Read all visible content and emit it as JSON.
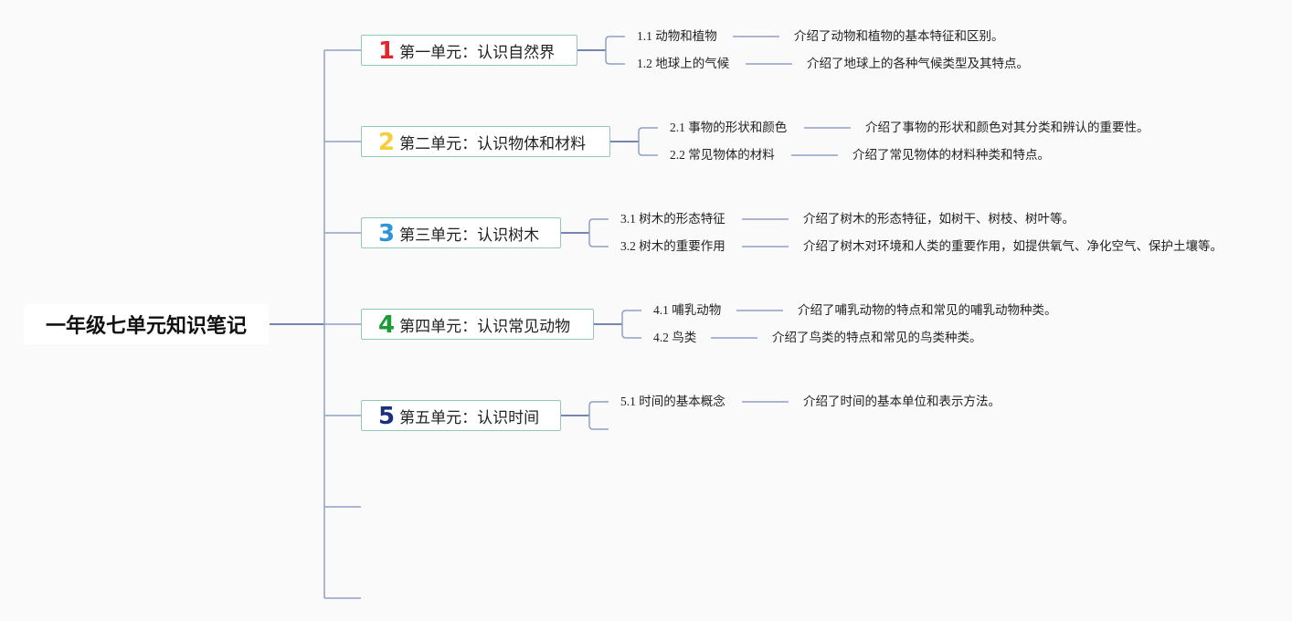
{
  "root": {
    "title": "一年级七单元知识笔记"
  },
  "units": [
    {
      "number": "1",
      "color": "#e0262f",
      "label": "第一单元：认识自然界",
      "topics": [
        {
          "label": "1.1 动物和植物",
          "desc": "介绍了动物和植物的基本特征和区别。"
        },
        {
          "label": "1.2 地球上的气候",
          "desc": "介绍了地球上的各种气候类型及其特点。"
        }
      ]
    },
    {
      "number": "2",
      "color": "#f2cf3b",
      "label": "第二单元：认识物体和材料",
      "topics": [
        {
          "label": "2.1 事物的形状和颜色",
          "desc": "介绍了事物的形状和颜色对其分类和辨认的重要性。"
        },
        {
          "label": "2.2 常见物体的材料",
          "desc": "介绍了常见物体的材料种类和特点。"
        }
      ]
    },
    {
      "number": "3",
      "color": "#2b95d6",
      "label": "第三单元：认识树木",
      "topics": [
        {
          "label": "3.1 树木的形态特征",
          "desc": "介绍了树木的形态特征，如树干、树枝、树叶等。"
        },
        {
          "label": "3.2 树木的重要作用",
          "desc": "介绍了树木对环境和人类的重要作用，如提供氧气、净化空气、保护土壤等。"
        }
      ]
    },
    {
      "number": "4",
      "color": "#1e9a36",
      "label": "第四单元：认识常见动物",
      "topics": [
        {
          "label": "4.1 哺乳动物",
          "desc": "介绍了哺乳动物的特点和常见的哺乳动物种类。"
        },
        {
          "label": "4.2 鸟类",
          "desc": "介绍了鸟类的特点和常见的鸟类种类。"
        }
      ]
    },
    {
      "number": "5",
      "color": "#1b2f7a",
      "label": "第五单元：认识时间",
      "topics": [
        {
          "label": "5.1 时间的基本概念",
          "desc": "介绍了时间的基本单位和表示方法。"
        }
      ]
    }
  ],
  "colors": {
    "connector": "#8f9fc4",
    "root_connector": "#4a5f9a",
    "node_border": "#94c7b8"
  }
}
